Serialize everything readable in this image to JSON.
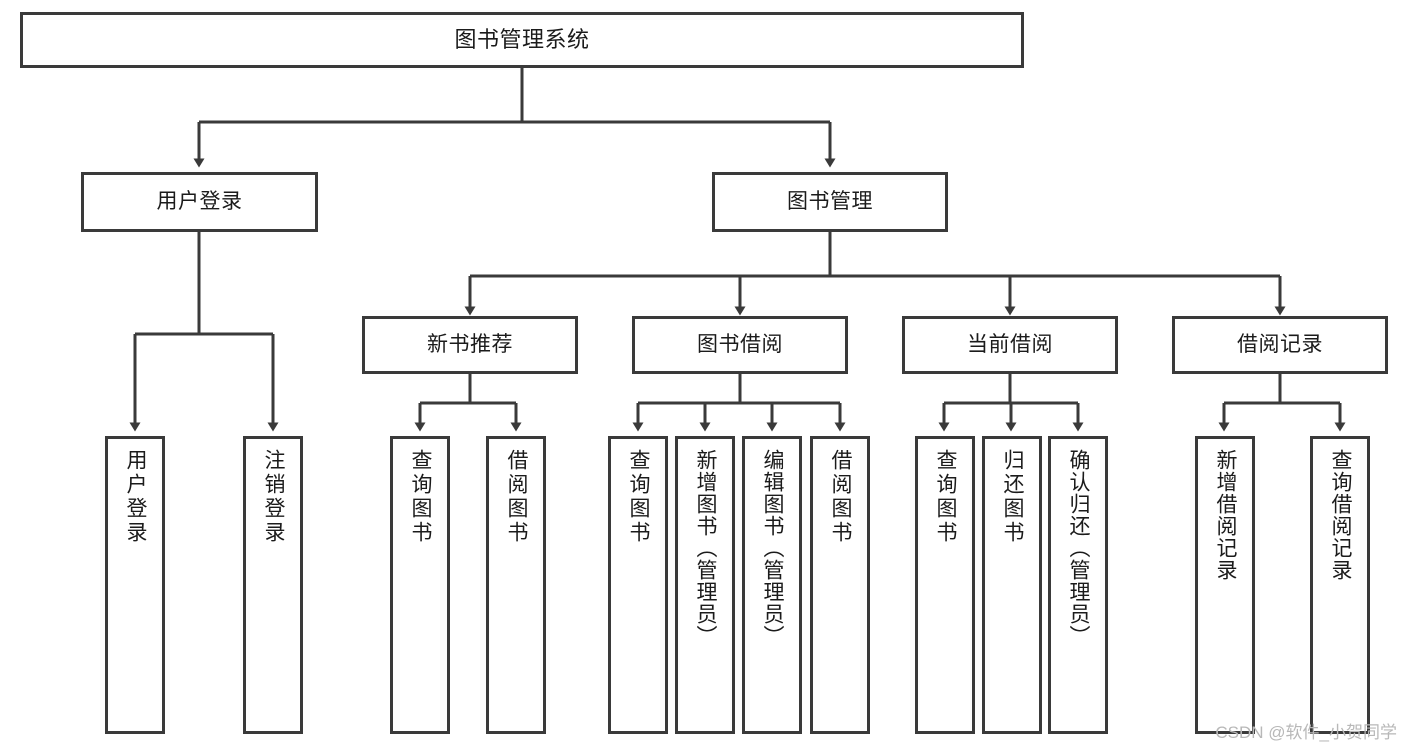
{
  "diagram": {
    "title": "图书管理系统",
    "type": "hierarchy-tree",
    "colors": {
      "background": "#ffffff",
      "box_border": "#3a3a3a",
      "box_fill": "#ffffff",
      "connector": "#3a3a3a",
      "text": "#1b1b1b",
      "watermark": "#b8b8b8"
    },
    "root": {
      "label": "图书管理系统"
    },
    "branches": [
      {
        "id": "user-login",
        "label": "用户登录",
        "children": [
          {
            "id": "user-login-do",
            "label": "用户登录"
          },
          {
            "id": "user-logout",
            "label": "注销登录"
          }
        ]
      },
      {
        "id": "book-management",
        "label": "图书管理",
        "groups": [
          {
            "id": "new-book-recommend",
            "label": "新书推荐",
            "children": [
              {
                "id": "query-book-1",
                "label": "查询图书"
              },
              {
                "id": "borrow-book-1",
                "label": "借阅图书"
              }
            ]
          },
          {
            "id": "book-borrow",
            "label": "图书借阅",
            "children": [
              {
                "id": "query-book-2",
                "label": "查询图书"
              },
              {
                "id": "add-book",
                "label": "新增图书（管理员）"
              },
              {
                "id": "edit-book",
                "label": "编辑图书（管理员）"
              },
              {
                "id": "borrow-book-2",
                "label": "借阅图书"
              }
            ]
          },
          {
            "id": "current-borrow",
            "label": "当前借阅",
            "children": [
              {
                "id": "query-book-3",
                "label": "查询图书"
              },
              {
                "id": "return-book",
                "label": "归还图书"
              },
              {
                "id": "confirm-return",
                "label": "确认归还（管理员）"
              }
            ]
          },
          {
            "id": "borrow-record",
            "label": "借阅记录",
            "children": [
              {
                "id": "add-borrow-record",
                "label": "新增借阅记录"
              },
              {
                "id": "query-borrow-record",
                "label": "查询借阅记录"
              }
            ]
          }
        ]
      }
    ]
  },
  "watermark": {
    "text": "CSDN @软件_小贺同学"
  }
}
